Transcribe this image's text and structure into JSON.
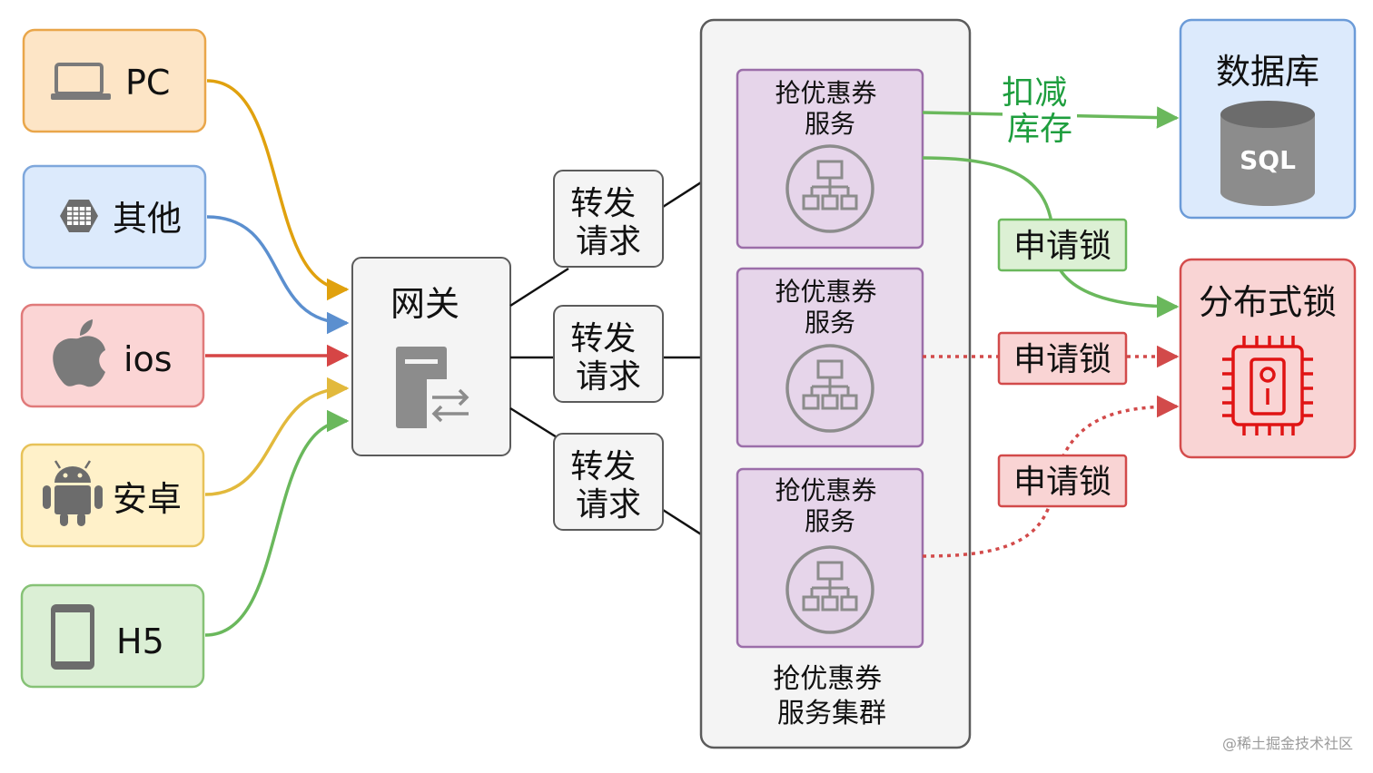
{
  "clients": [
    {
      "label": "PC",
      "icon": "laptop-icon",
      "fill": "#fde5c6",
      "stroke": "#e9a64a"
    },
    {
      "label": "其他",
      "icon": "hexagon-grid-icon",
      "fill": "#dceafc",
      "stroke": "#7ea7dc"
    },
    {
      "label": "ios",
      "icon": "apple-icon",
      "fill": "#fbd5d5",
      "stroke": "#e07a7a"
    },
    {
      "label": "安卓",
      "icon": "android-icon",
      "fill": "#fff1c9",
      "stroke": "#e7c259"
    },
    {
      "label": "H5",
      "icon": "mobile-phone-icon",
      "fill": "#dbefd5",
      "stroke": "#86c276"
    }
  ],
  "client_arrow_colors": [
    "#e0a10e",
    "#5b8fcf",
    "#d64545",
    "#e2b93c",
    "#6ab85c"
  ],
  "gateway": {
    "label": "网关",
    "icon": "server-icon"
  },
  "forward_label": "转发\n请求",
  "cluster": {
    "label": "抢优惠券\n服务集群"
  },
  "service": {
    "label": "抢优惠券\n服务",
    "icon": "sitemap-icon"
  },
  "database": {
    "title": "数据库",
    "icon_text": "SQL"
  },
  "deduct_label": "扣减\n库存",
  "lock_request_label": "申请锁",
  "distributed_lock": {
    "title": "分布式锁",
    "icon": "chip-lock-icon"
  },
  "watermark": "@稀土掘金技术社区",
  "colors": {
    "service_fill": "#e6d5ea",
    "service_stroke": "#9b6ea9",
    "gray_fill": "#f4f4f4",
    "gray_stroke": "#5b5b5b",
    "green_arrow": "#6ab85c",
    "green_text": "#1e9e3e",
    "red_arrow": "#d24a4a",
    "lock_fill": "#f9d4d4",
    "lock_stroke": "#d44c4c",
    "green_label_fill": "#dcf0d4",
    "green_label_stroke": "#6ab85c",
    "db_fill": "#dceafc",
    "db_stroke": "#6b9bd8"
  }
}
